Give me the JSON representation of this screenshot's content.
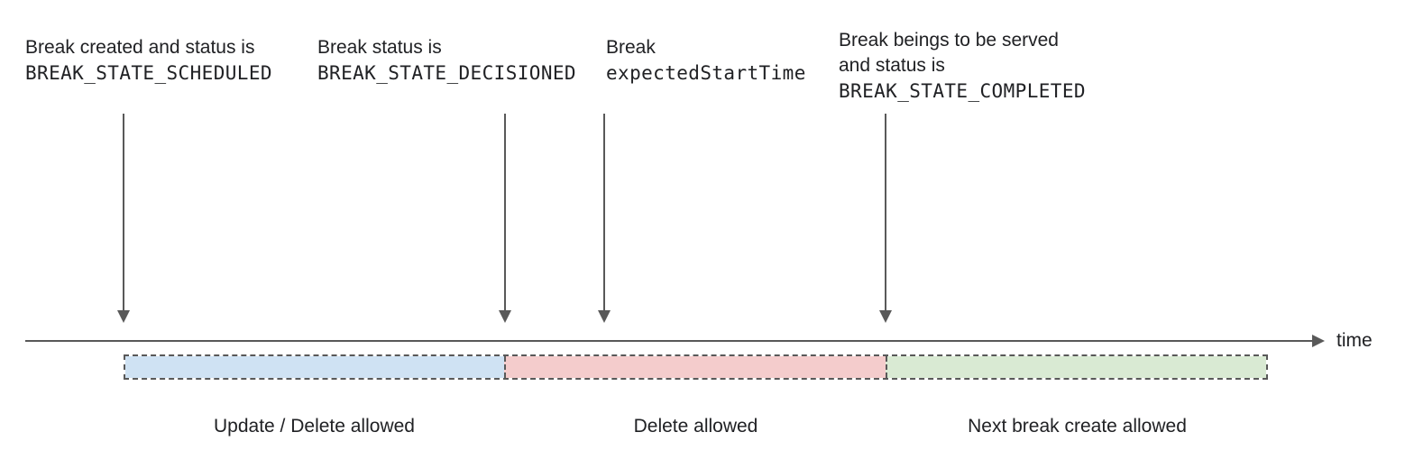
{
  "colors": {
    "line_gray": "#595959",
    "text": "#202124",
    "segment_blue": "#cfe2f3",
    "segment_red": "#f4cccc",
    "segment_green": "#d9ead3"
  },
  "annotations": [
    {
      "lines": [
        {
          "text": "Break created and status is"
        },
        {
          "text": "BREAK_STATE_SCHEDULED"
        }
      ]
    },
    {
      "lines": [
        {
          "text": "Break status is"
        },
        {
          "text": "BREAK_STATE_DECISIONED"
        }
      ]
    },
    {
      "lines": [
        {
          "text": "Break"
        },
        {
          "text": "expectedStartTime"
        }
      ]
    },
    {
      "lines": [
        {
          "text": "Break beings to be served"
        },
        {
          "text": "and status is"
        },
        {
          "text": "BREAK_STATE_COMPLETED"
        }
      ]
    }
  ],
  "timeline": {
    "axis_label": "time"
  },
  "segments": [
    {
      "label": "Update / Delete allowed",
      "color": "#cfe2f3"
    },
    {
      "label": "Delete allowed",
      "color": "#f4cccc"
    },
    {
      "label": "Next break create allowed",
      "color": "#d9ead3"
    }
  ]
}
